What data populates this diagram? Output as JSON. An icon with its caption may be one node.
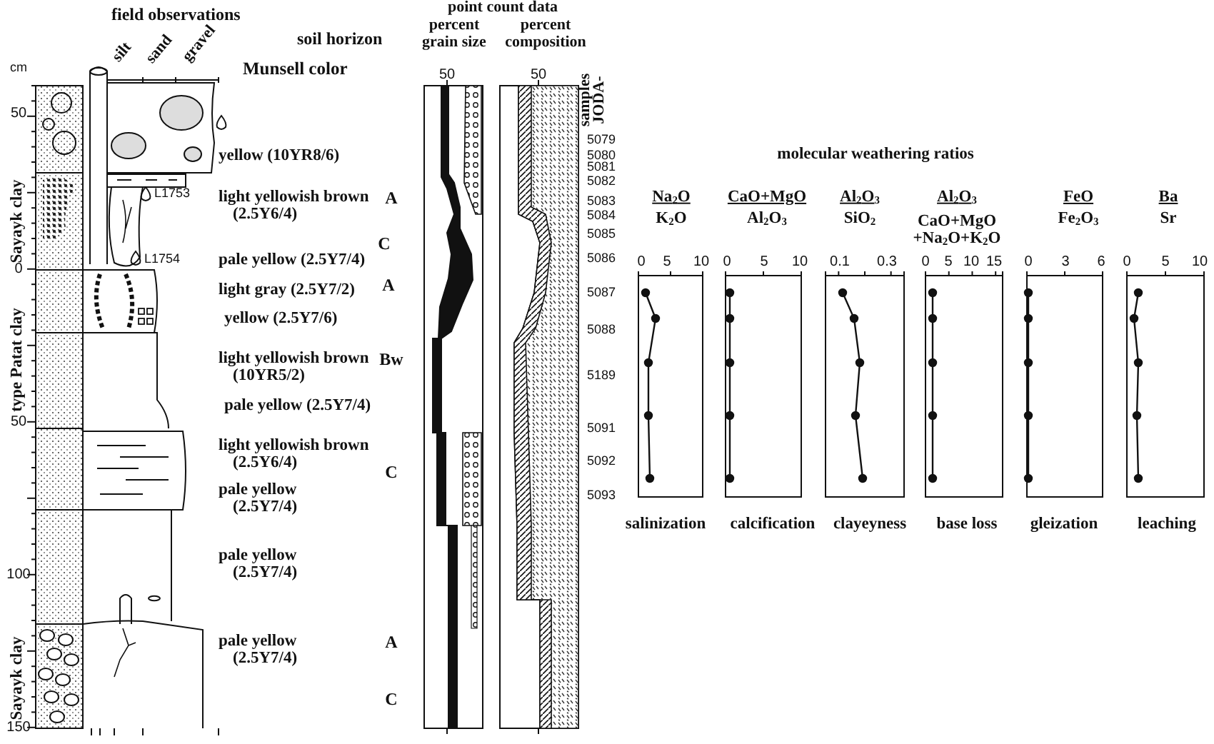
{
  "diagram": {
    "labels": [
      "field observations",
      "soil horizon",
      "point count data",
      "percent grain size",
      "percent composition",
      "cm",
      "silt",
      "sand",
      "gravel",
      "Munsell color",
      "50",
      "50",
      "samples JODA-",
      "50",
      "0",
      "50",
      "100",
      "150",
      "Sayayk clay",
      "type Patat clay",
      "Sayayk clay",
      "L1753",
      "L1754",
      "yellow (10YR8/6)",
      "light yellowish brown (2.5Y6/4)",
      "pale yellow (2.5Y7/4)",
      "light gray (2.5Y7/2)",
      "yellow (2.5Y7/6)",
      "light yellowish brown (10YR5/2)",
      "pale yellow (2.5Y7/4)",
      "light yellowish brown (2.5Y6/4)",
      "pale yellow (2.5Y7/4)",
      "pale yellow (2.5Y7/4)",
      "pale yellow (2.5Y7/4)",
      "A",
      "C",
      "A",
      "Bw",
      "C",
      "A",
      "C",
      "5079",
      "5080",
      "5081",
      "5082",
      "5083",
      "5084",
      "5085",
      "5086",
      "5087",
      "5088",
      "5189",
      "5091",
      "5092",
      "5093",
      "molecular weathering ratios",
      "Na$_{2}$O",
      "K$_{2}$O",
      "CaO+MgO",
      "Al$_{2}$O$_{3}$",
      "Al$_{2}$O$_{3}$",
      "SiO$_{2}$",
      "Al$_{2}$O$_{3}$",
      "CaO+MgO +Na$_{2}$O+K$_{2}$O",
      "FeO",
      "Fe$_{2}$O$_{3}$",
      "Ba",
      "Sr",
      "0",
      "5",
      "10",
      "0",
      "5",
      "10",
      "0.1",
      "0.3",
      "0",
      "5",
      "10",
      "15",
      "0",
      "3",
      "6",
      "0",
      "5",
      "10",
      "salinization",
      "calcification",
      "clayeyness",
      "base loss",
      "gleization",
      "leaching"
    ]
  }
}
